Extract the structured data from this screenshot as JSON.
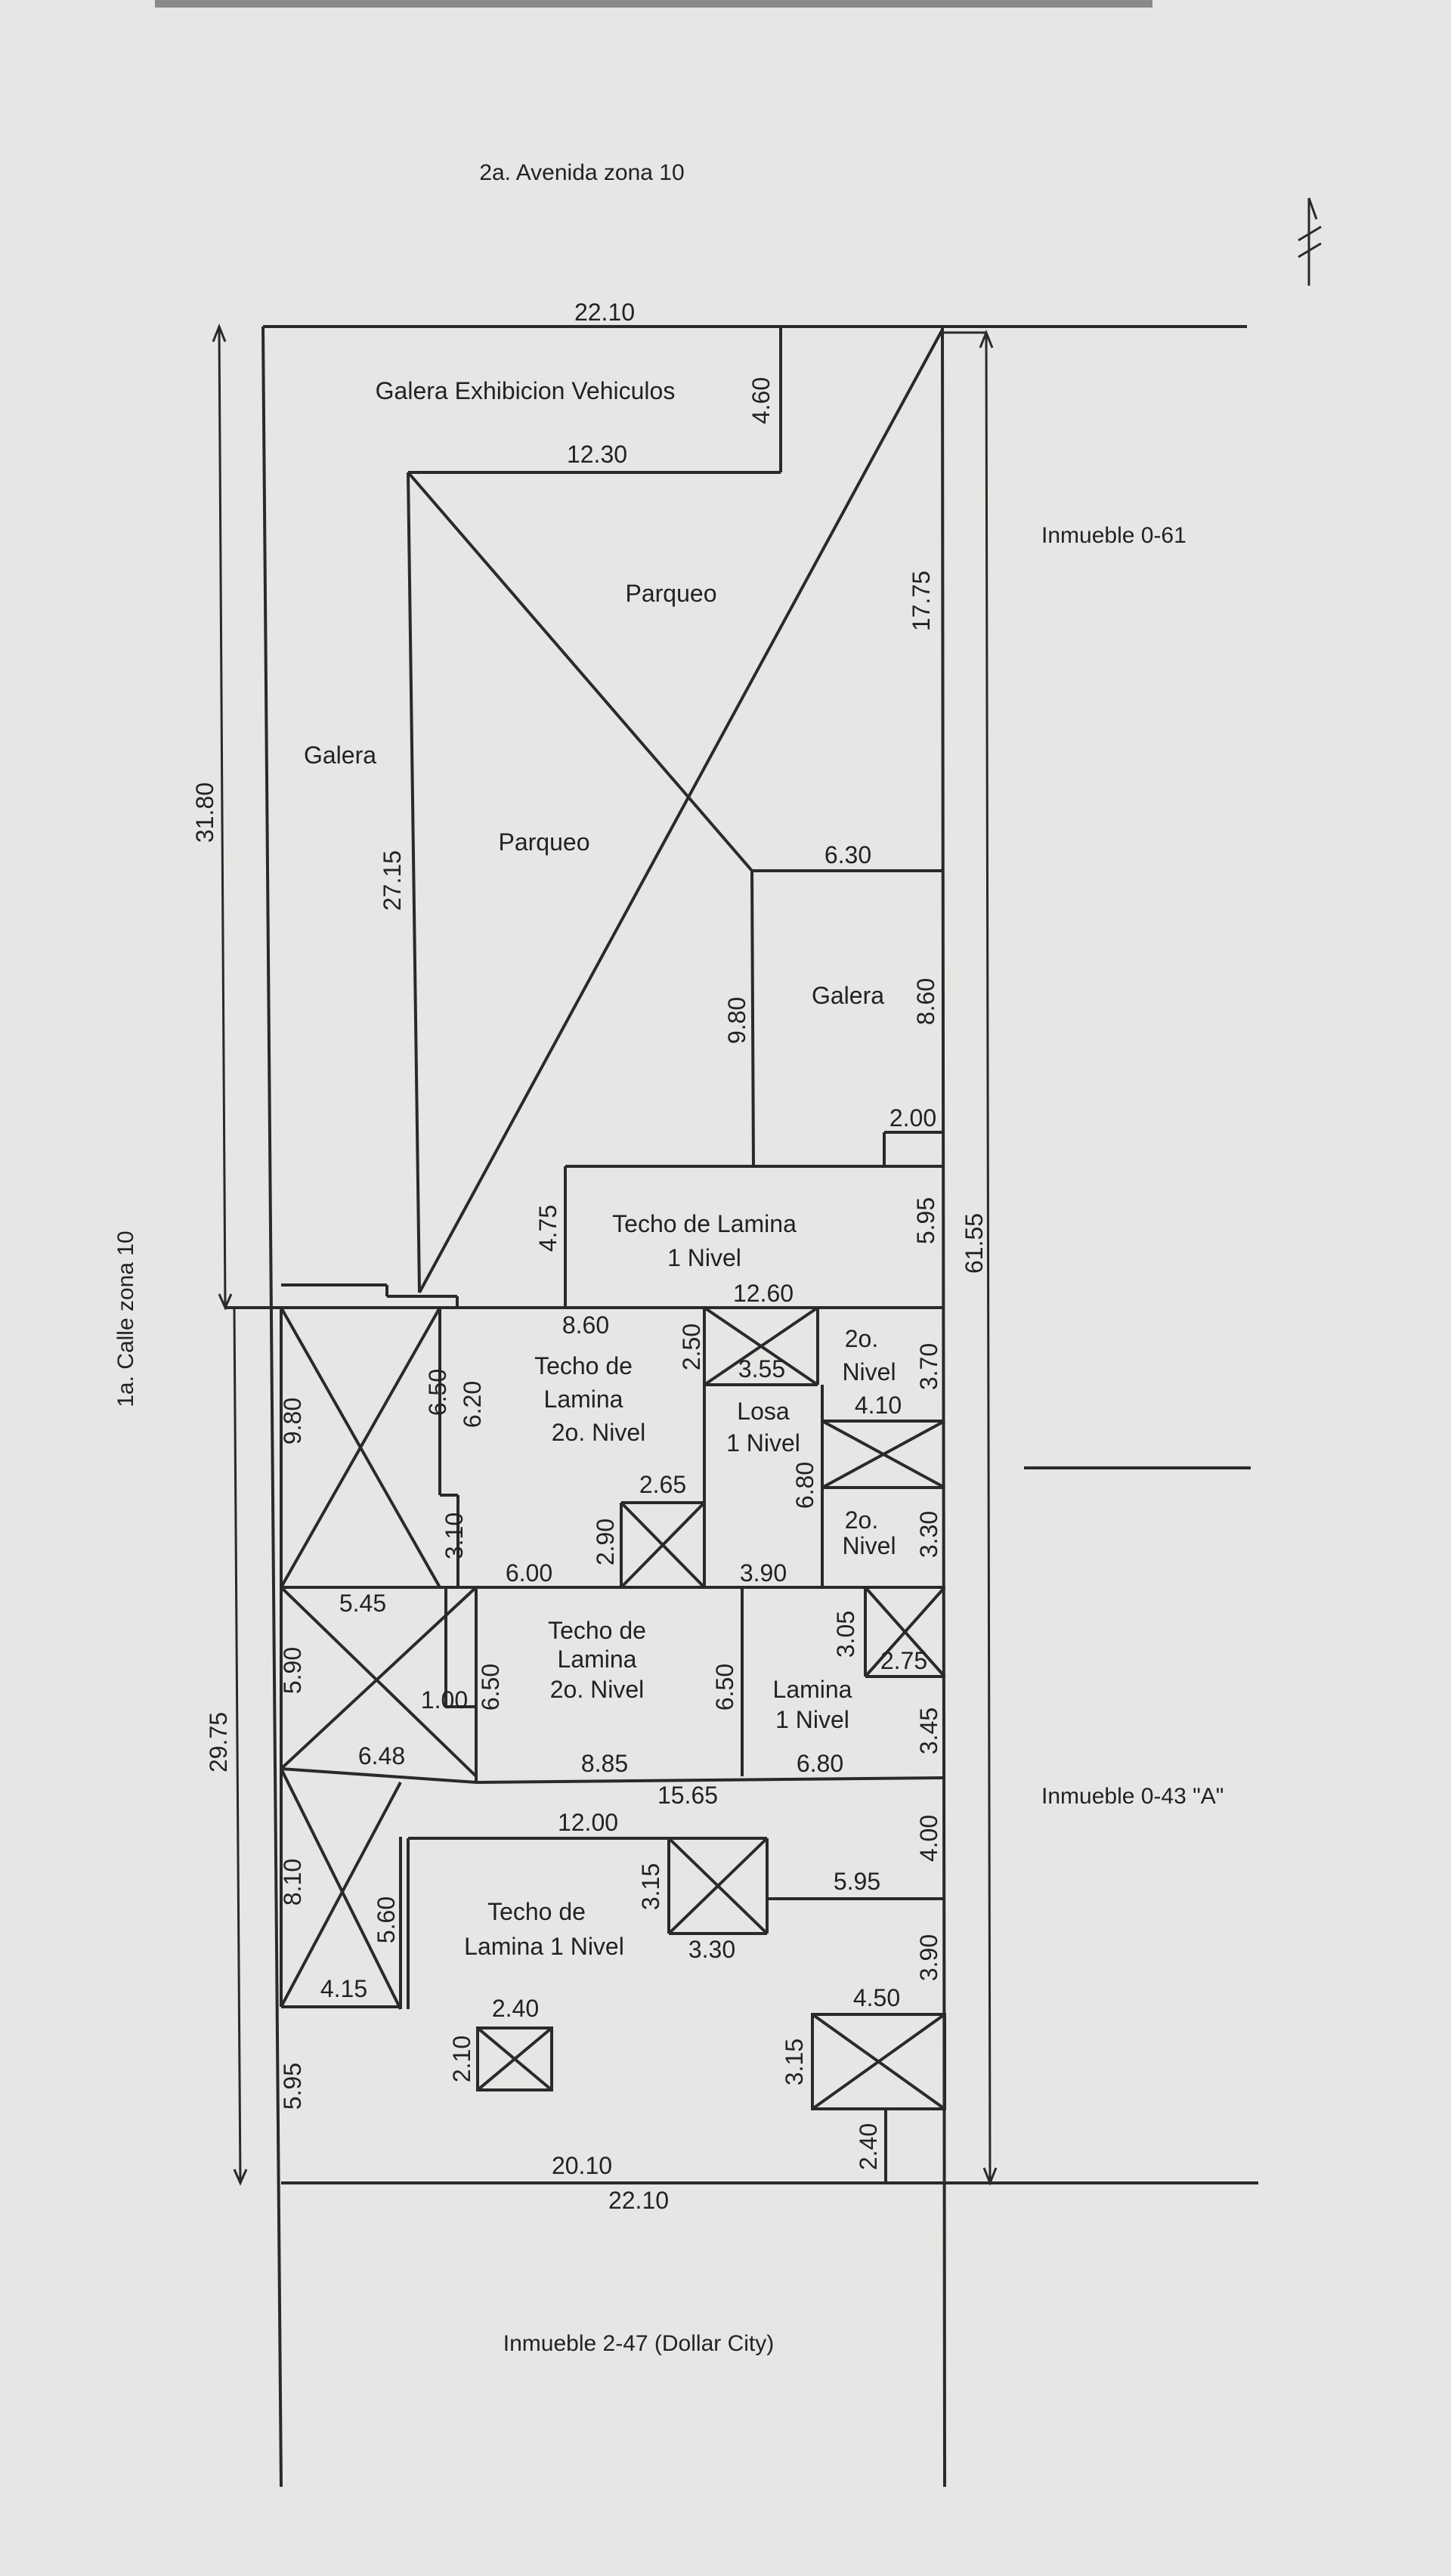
{
  "streets": {
    "top": "2a. Avenida zona 10",
    "left": "1a. Calle zona 10"
  },
  "neighbors": {
    "north_right": "Inmueble 0-61",
    "south_right": "Inmueble 0-43 \"A\"",
    "bottom": "Inmueble 2-47 (Dollar City)"
  },
  "areas": {
    "galera_exhibicion": "Galera Exhibicion Vehiculos",
    "parqueo_top": "Parqueo",
    "parqueo_mid": "Parqueo",
    "galera_left": "Galera",
    "galera_right": "Galera",
    "techo_1nivel_a": "Techo de Lamina",
    "techo_1nivel_b": "1 Nivel",
    "techo_2o_a_1": "Techo de",
    "techo_2o_a_2": "Lamina",
    "techo_2o_a_3": "2o. Nivel",
    "losa_1": "Losa",
    "losa_2": "1 Nivel",
    "nivel2_a_1": "2o.",
    "nivel2_a_2": "Nivel",
    "nivel2_b_1": "2o.",
    "nivel2_b_2": "Nivel",
    "techo_2o_b_1": "Techo de",
    "techo_2o_b_2": "Lamina",
    "techo_2o_b_3": "2o. Nivel",
    "lamina_1nivel_1": "Lamina",
    "lamina_1nivel_2": "1 Nivel",
    "techo_lam_1n_1": "Techo de",
    "techo_lam_1n_2": "Lamina 1 Nivel"
  },
  "dimensions": {
    "top_width": "22.10",
    "d_4_60": "4.60",
    "d_12_30": "12.30",
    "d_17_75": "17.75",
    "d_31_80": "31.80",
    "d_27_15": "27.15",
    "d_6_30": "6.30",
    "d_9_80_mid": "9.80",
    "d_8_60": "8.60",
    "d_2_00": "2.00",
    "d_5_95_a": "5.95",
    "d_4_75": "4.75",
    "d_12_60": "12.60",
    "d_61_55": "61.55",
    "d_8_60_b": "8.60",
    "d_2_50": "2.50",
    "d_3_55": "3.55",
    "d_3_70": "3.70",
    "d_4_10": "4.10",
    "d_9_80_left": "9.80",
    "d_6_50_a": "6.50",
    "d_6_20": "6.20",
    "d_2_65": "2.65",
    "d_6_80_a": "6.80",
    "d_2_90": "2.90",
    "d_3_10": "3.10",
    "d_6_00": "6.00",
    "d_3_90_a": "3.90",
    "d_3_30_a": "3.30",
    "d_5_45": "5.45",
    "d_3_05": "3.05",
    "d_2_75": "2.75",
    "d_5_90": "5.90",
    "d_1_00": "1.00",
    "d_6_50_b": "6.50",
    "d_6_50_c": "6.50",
    "d_3_45": "3.45",
    "d_29_75": "29.75",
    "d_6_48": "6.48",
    "d_8_85": "8.85",
    "d_6_80_b": "6.80",
    "d_15_65": "15.65",
    "d_12_00": "12.00",
    "d_4_00": "4.00",
    "d_3_15_a": "3.15",
    "d_5_95_b": "5.95",
    "d_8_10": "8.10",
    "d_5_60": "5.60",
    "d_3_30_b": "3.30",
    "d_3_90_b": "3.90",
    "d_4_15": "4.15",
    "d_2_40_a": "2.40",
    "d_4_50": "4.50",
    "d_2_10": "2.10",
    "d_3_15_b": "3.15",
    "d_5_95_c": "5.95",
    "d_2_40_b": "2.40",
    "d_20_10": "20.10",
    "bottom_width": "22.10"
  }
}
